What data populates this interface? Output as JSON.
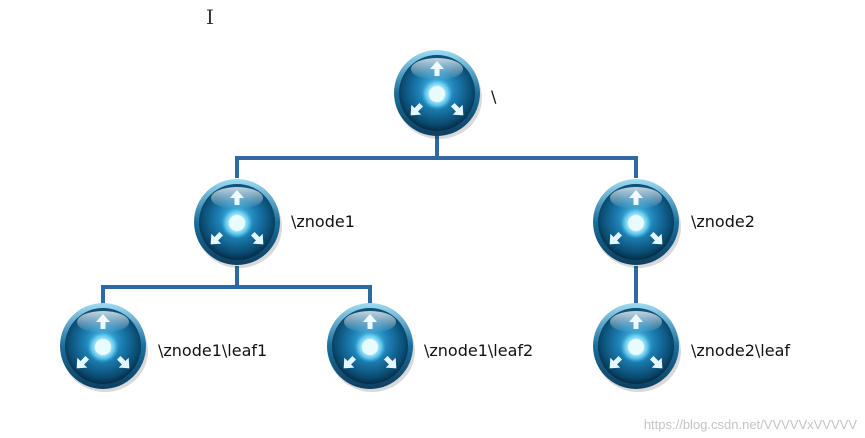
{
  "colors": {
    "connector": "#2e6a9f",
    "node_outer": "#0a3d5c",
    "node_mid": "#1c7fb4",
    "node_glow": "#e8fbff",
    "arrow": "#e6f8ff",
    "watermark": "#c4c4c4"
  },
  "icons": {
    "node": "circular-node-icon",
    "cursor": "text-cursor-icon"
  },
  "nodes": {
    "root": {
      "label": "\\"
    },
    "znode1": {
      "label": "\\znode1"
    },
    "znode2": {
      "label": "\\znode2"
    },
    "leaf1": {
      "label": "\\znode1\\leaf1"
    },
    "leaf2": {
      "label": "\\znode1\\leaf2"
    },
    "leaf3": {
      "label": "\\znode2\\leaf"
    }
  },
  "watermark": "https://blog.csdn.net/VVVVVxVVVVV"
}
